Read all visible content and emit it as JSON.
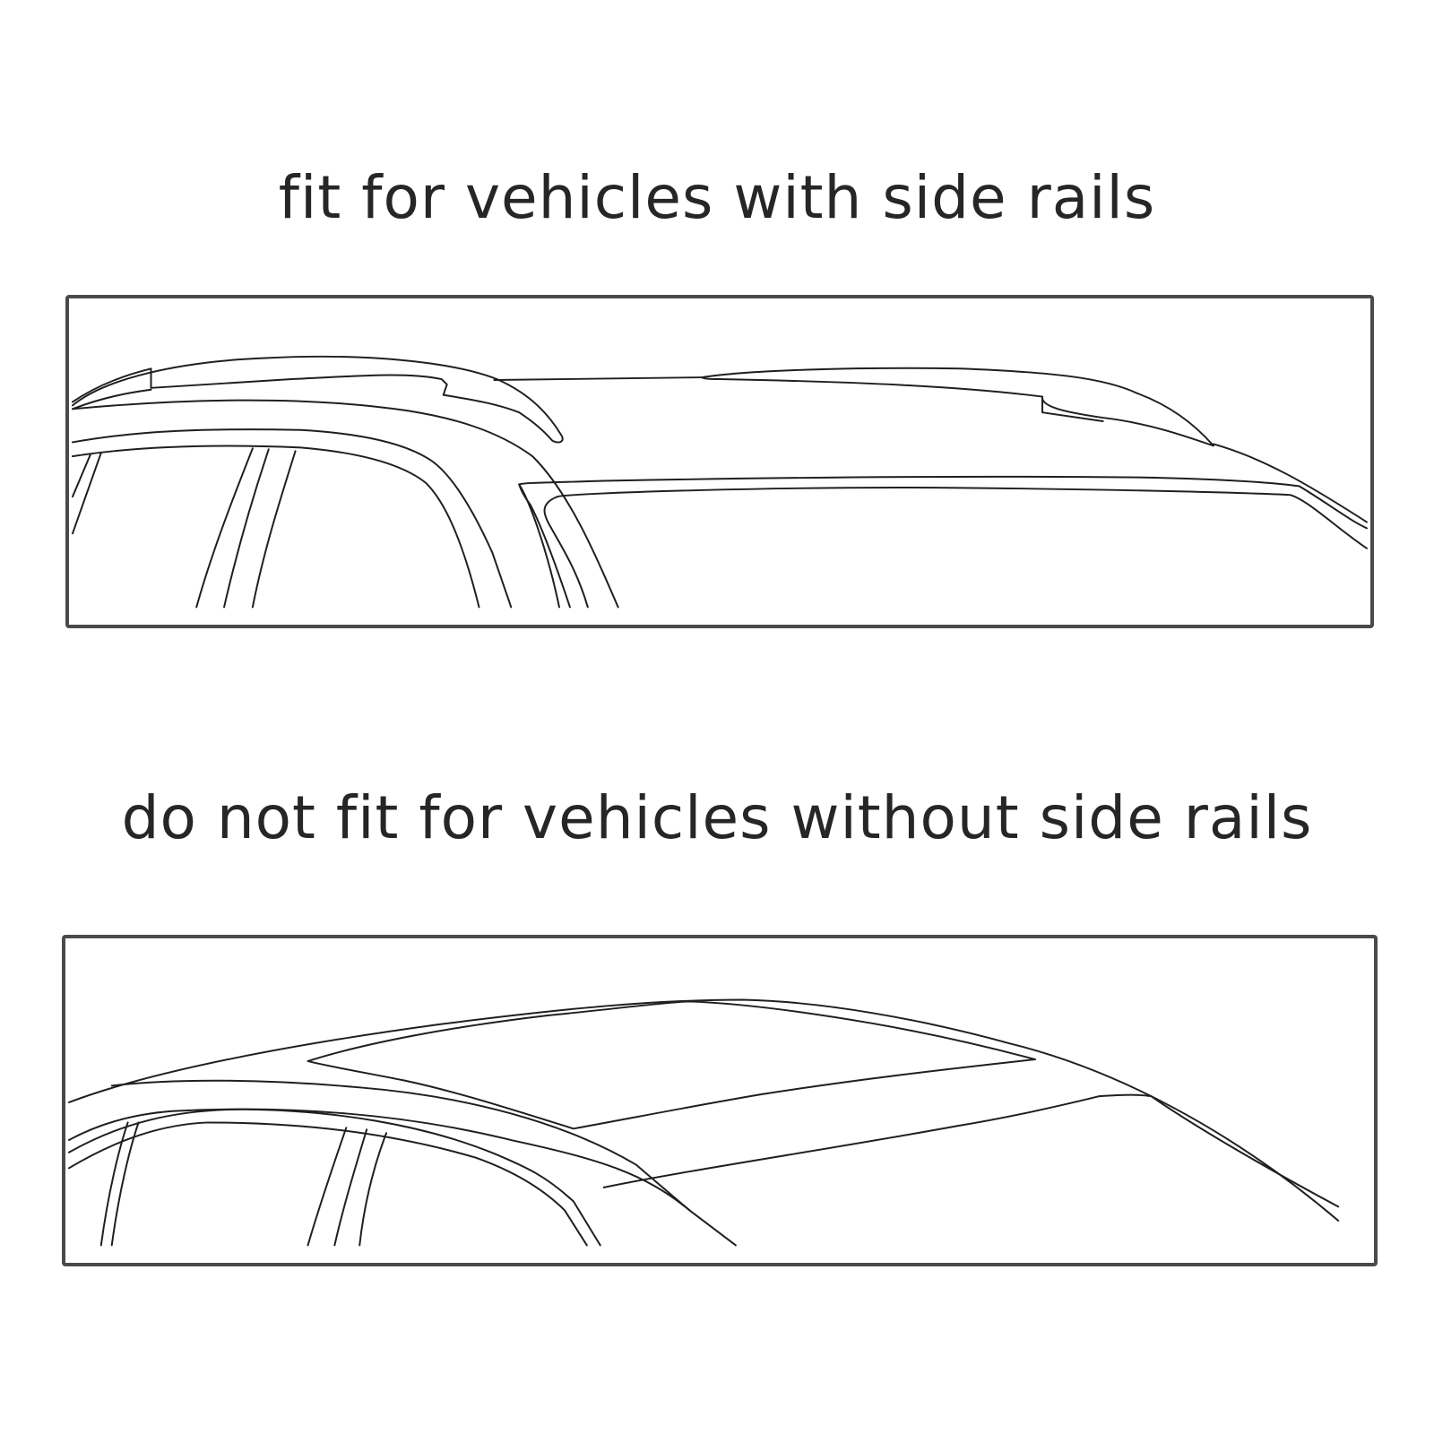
{
  "captions": {
    "top": "fit for vehicles with side rails",
    "bottom": "do not fit for vehicles without side rails"
  },
  "illustrations": {
    "top": "car-roof-with-side-rails",
    "bottom": "car-roof-without-side-rails"
  },
  "colors": {
    "text": "#262626",
    "frame": "#4a4a4a",
    "line": "#1f1f1f",
    "background": "#ffffff"
  }
}
